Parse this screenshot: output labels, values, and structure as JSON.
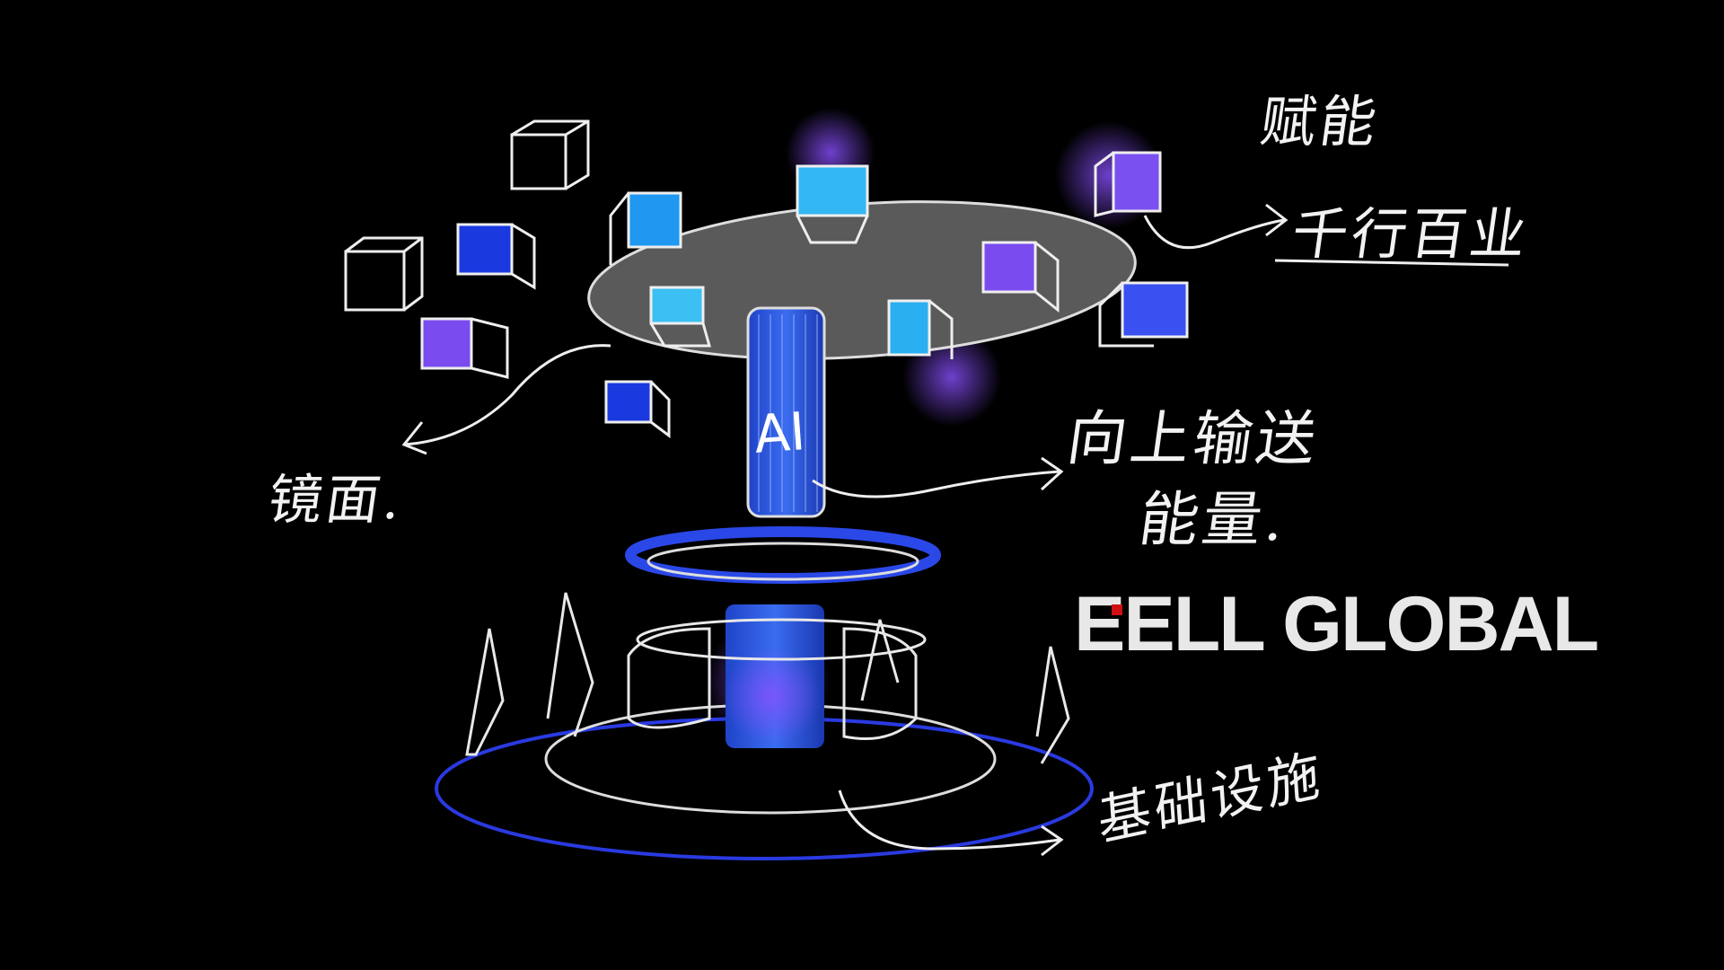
{
  "annotations": {
    "empower": "赋能",
    "industries": "千行百业",
    "transmit_line1": "向上输送",
    "transmit_line2": "能量.",
    "mirror": "镜面.",
    "infrastructure": "基础设施",
    "ai": "AI"
  },
  "logo": {
    "text": "EELL GLOBAL",
    "accent": "#d01010"
  },
  "colors": {
    "background": "#000000",
    "ellipse": "#5a5a5a",
    "blue": "#2448e0",
    "cyan": "#2aa8f0",
    "purple": "#7a4cf0",
    "stroke": "#eeeeee"
  }
}
